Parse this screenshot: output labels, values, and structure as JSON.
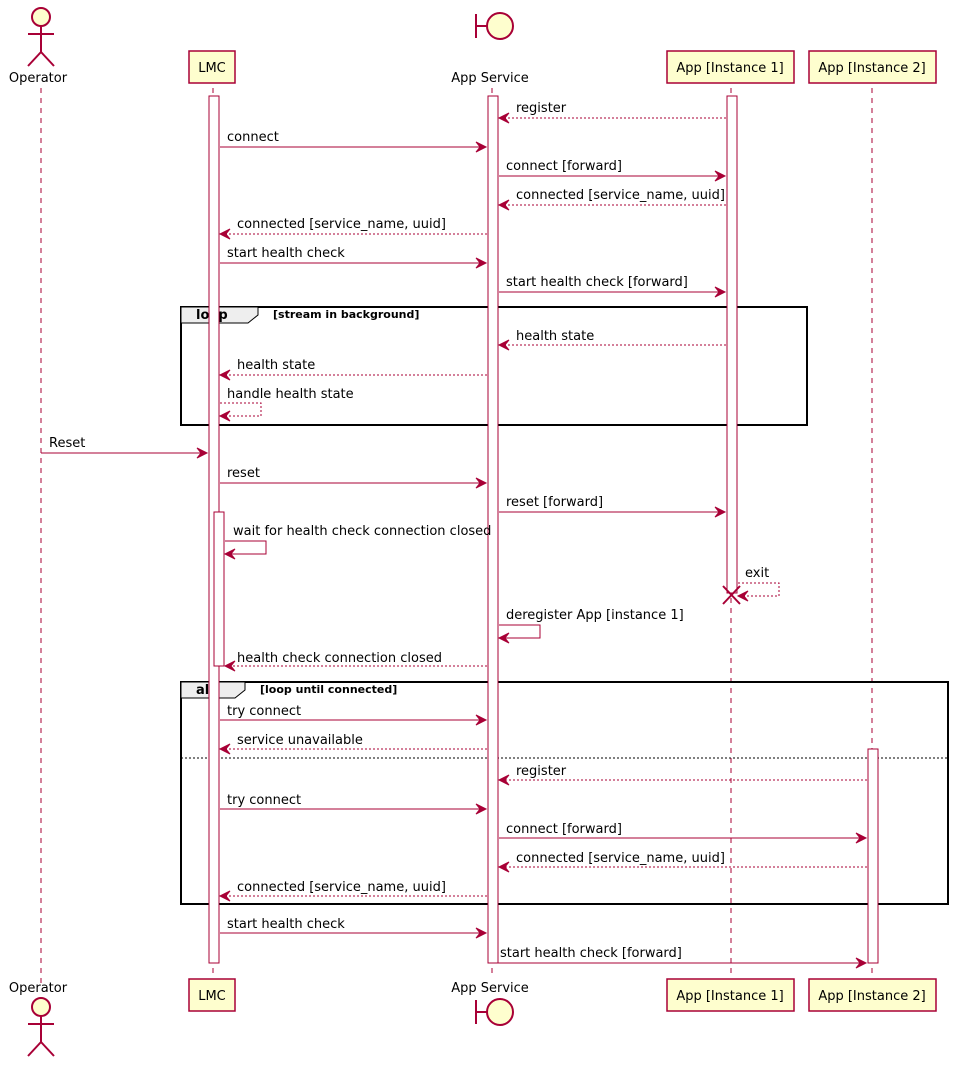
{
  "participants": {
    "operator": "Operator",
    "lmc": "LMC",
    "app_service": "App Service",
    "instance1": "App [Instance 1]",
    "instance2": "App [Instance 2]"
  },
  "messages": {
    "m01": "register",
    "m02": "connect",
    "m03": "connect [forward]",
    "m04": "connected [service_name, uuid]",
    "m05": "connected [service_name, uuid]",
    "m06": "start health check",
    "m07": "start health check [forward]",
    "m08": "health state",
    "m09": "health state",
    "m10": "handle health state",
    "m11": "Reset",
    "m12": "reset",
    "m13": "reset [forward]",
    "m14": "wait for health check connection closed",
    "m15": "exit",
    "m16": "deregister App [instance 1]",
    "m17": "health check connection closed",
    "m18": "try connect",
    "m19": "service unavailable",
    "m20": "register",
    "m21": "try connect",
    "m22": "connect [forward]",
    "m23": "connected [service_name, uuid]",
    "m24": "connected [service_name, uuid]",
    "m25": "start health check",
    "m26": "start health check [forward]"
  },
  "fragments": {
    "loop": {
      "keyword": "loop",
      "guard": "[stream in background]"
    },
    "alt": {
      "keyword": "alt",
      "guard": "[loop until connected]"
    }
  },
  "colors": {
    "line": "#A80036",
    "participant_fill": "#FEFECE"
  }
}
